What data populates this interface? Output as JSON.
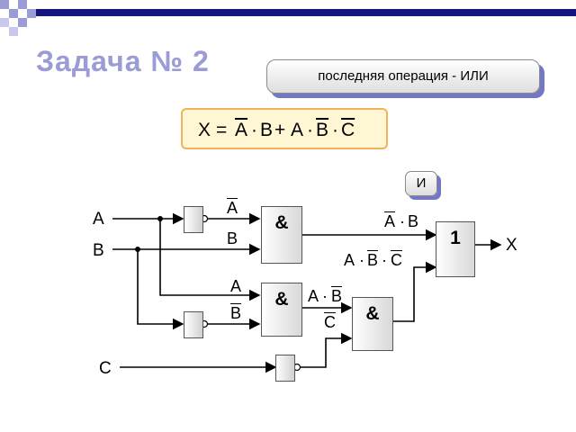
{
  "title": "Задача № 2",
  "callout_main": "последняя операция - ИЛИ",
  "callout_small": "И",
  "formula": {
    "x": "X",
    "eq": "=",
    "a_bar": "A",
    "dot": "·",
    "b": "B",
    "plus": "+",
    "a": "A",
    "b_bar": "B",
    "c_bar": "C"
  },
  "inputs": {
    "a": "A",
    "b": "B",
    "c": "C"
  },
  "output": "X",
  "gates": {
    "and1": "&",
    "or": "1",
    "and2": "&",
    "and3": "&"
  },
  "wire_labels": {
    "and1_in_a_bar": "A",
    "and1_in_b": "B",
    "and1_out_a_bar": "A",
    "and1_out_b": "B",
    "and2_in_a": "A",
    "and2_in_b_bar": "B",
    "and2_out_a": "A",
    "and2_out_b_bar": "B",
    "and3_in_c_bar": "C",
    "or_in_a": "A",
    "or_in_b_bar": "B",
    "or_in_c_bar": "C",
    "dot": "·"
  },
  "colors": {
    "accent": "#9b9bd6",
    "shadow": "#7478c4",
    "formula_bg": "#fff6d4",
    "formula_border": "#f0b25a"
  }
}
